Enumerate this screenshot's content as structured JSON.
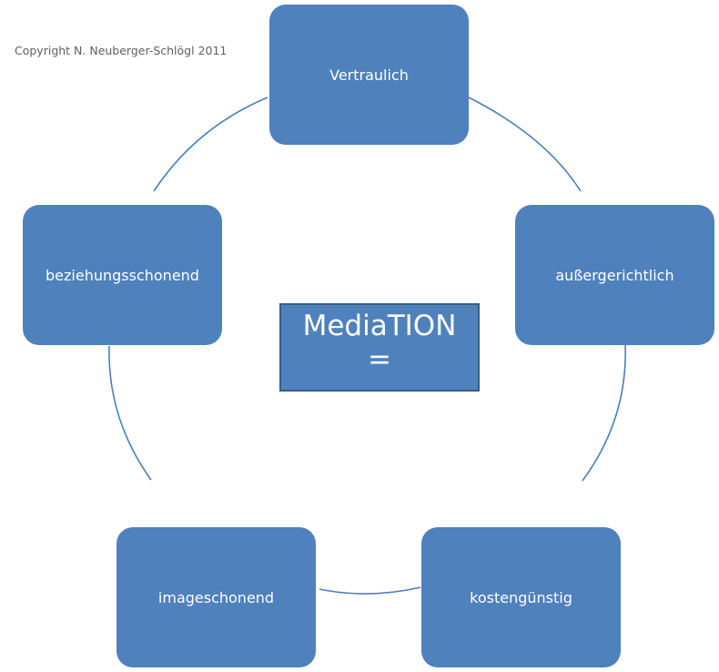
{
  "copyright": "Copyright N. Neuberger-Schlögl 2011",
  "center": {
    "line1": "MediaTION",
    "line2": "="
  },
  "nodes": {
    "vertraulich": "Vertraulich",
    "aussergerichtlich": "außergerichtlich",
    "kostenguenstig": "kostengünstig",
    "imageschonend": "imageschonend",
    "beziehungsschonend": "beziehungsschonend"
  },
  "colors": {
    "node_fill": "#4f81bd",
    "node_border": "#385d8a",
    "connector": "#4a7ebb",
    "text": "#ffffff"
  }
}
